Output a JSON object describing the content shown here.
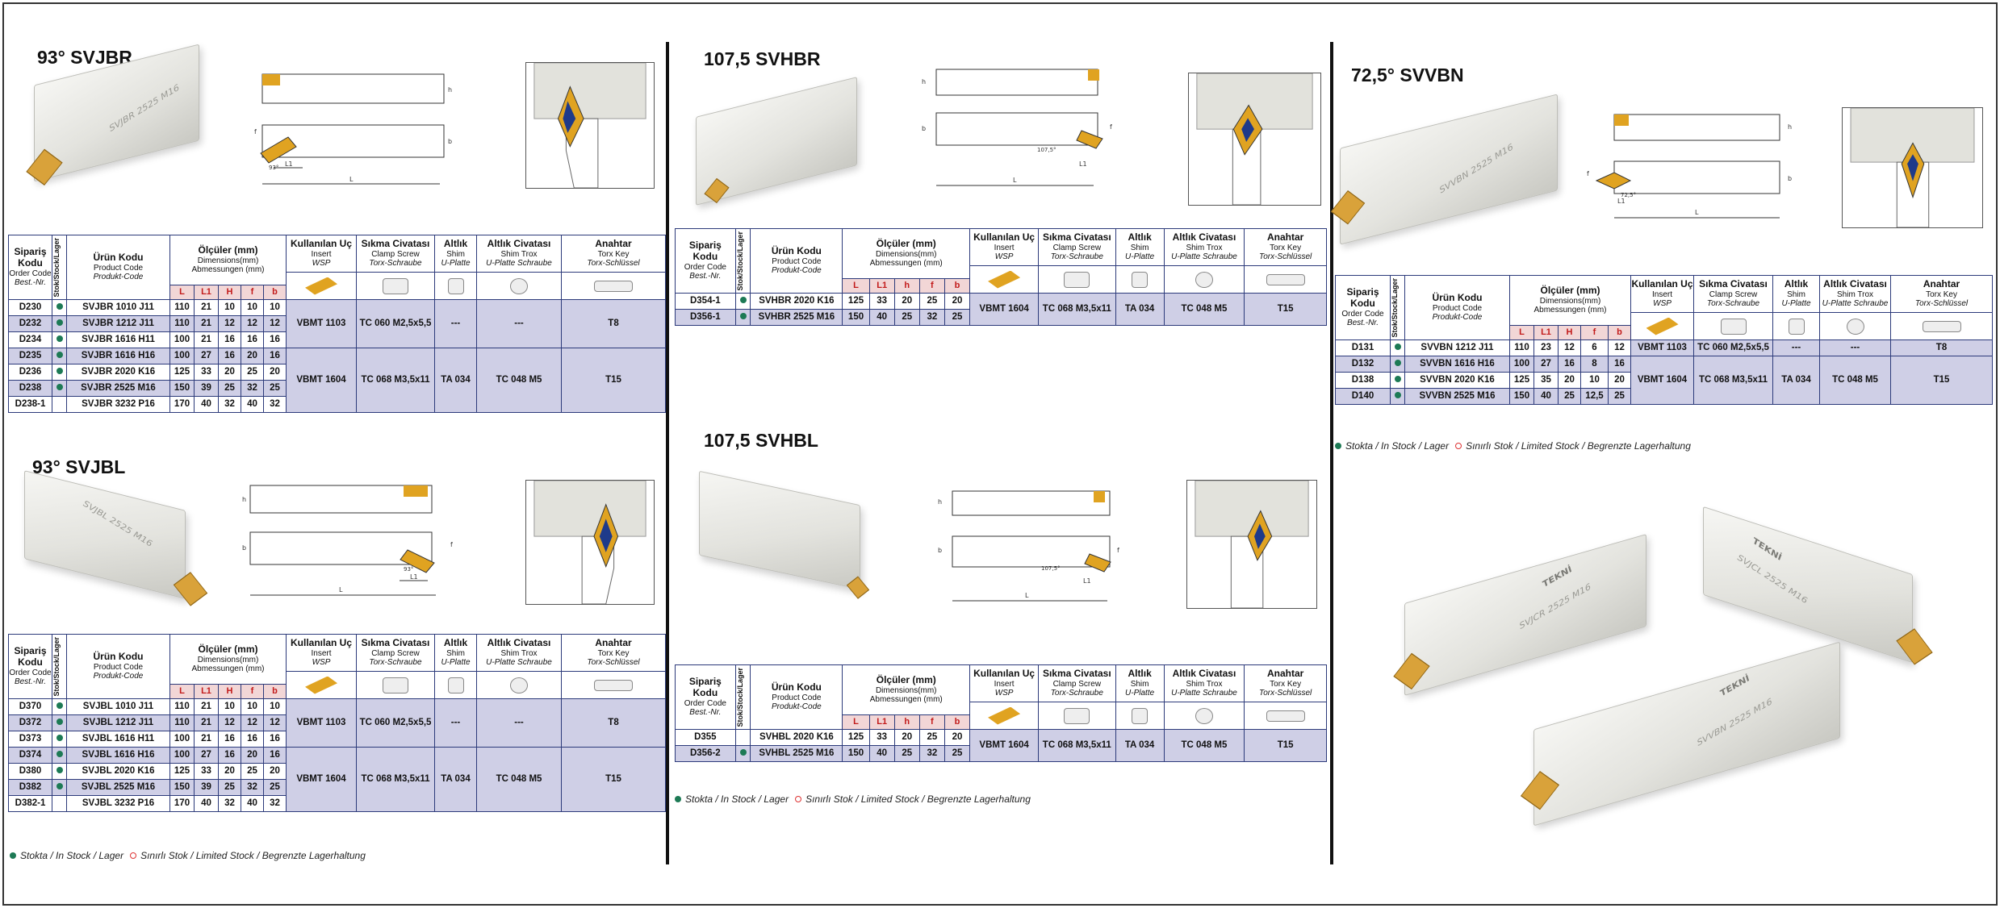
{
  "sections": {
    "svjbr": {
      "title": "93° SVJBR",
      "tool_label": "SVJBR 2525 M16",
      "rows": [
        {
          "code": "D230",
          "product": "SVJBR 1010 J11",
          "L": "110",
          "L1": "21",
          "H": "10",
          "f": "10",
          "b": "10"
        },
        {
          "code": "D232",
          "product": "SVJBR 1212 J11",
          "L": "110",
          "L1": "21",
          "H": "12",
          "f": "12",
          "b": "12"
        },
        {
          "code": "D234",
          "product": "SVJBR 1616 H11",
          "L": "100",
          "L1": "21",
          "H": "16",
          "f": "16",
          "b": "16"
        },
        {
          "code": "D235",
          "product": "SVJBR 1616 H16",
          "L": "100",
          "L1": "27",
          "H": "16",
          "f": "20",
          "b": "16"
        },
        {
          "code": "D236",
          "product": "SVJBR 2020 K16",
          "L": "125",
          "L1": "33",
          "H": "20",
          "f": "25",
          "b": "20"
        },
        {
          "code": "D238",
          "product": "SVJBR 2525 M16",
          "L": "150",
          "L1": "39",
          "H": "25",
          "f": "32",
          "b": "25"
        },
        {
          "code": "D238-1",
          "product": "SVJBR 3232 P16",
          "L": "170",
          "L1": "40",
          "H": "32",
          "f": "40",
          "b": "32"
        }
      ],
      "groups": [
        {
          "insert": "VBMT 1103",
          "clamp": "TC 060 M2,5x5,5",
          "shim": "---",
          "shim_screw": "---",
          "key": "T8"
        },
        {
          "insert": "VBMT 1604",
          "clamp": "TC 068 M3,5x11",
          "shim": "TA 034",
          "shim_screw": "TC 048 M5",
          "key": "T15"
        }
      ]
    },
    "svjbl": {
      "title": "93° SVJBL",
      "tool_label": "SVJBL 2525 M16",
      "rows": [
        {
          "code": "D370",
          "product": "SVJBL 1010 J11",
          "L": "110",
          "L1": "21",
          "H": "10",
          "f": "10",
          "b": "10"
        },
        {
          "code": "D372",
          "product": "SVJBL 1212 J11",
          "L": "110",
          "L1": "21",
          "H": "12",
          "f": "12",
          "b": "12"
        },
        {
          "code": "D373",
          "product": "SVJBL 1616 H11",
          "L": "100",
          "L1": "21",
          "H": "16",
          "f": "16",
          "b": "16"
        },
        {
          "code": "D374",
          "product": "SVJBL 1616 H16",
          "L": "100",
          "L1": "27",
          "H": "16",
          "f": "20",
          "b": "16"
        },
        {
          "code": "D380",
          "product": "SVJBL 2020 K16",
          "L": "125",
          "L1": "33",
          "H": "20",
          "f": "25",
          "b": "20"
        },
        {
          "code": "D382",
          "product": "SVJBL 2525 M16",
          "L": "150",
          "L1": "39",
          "H": "25",
          "f": "32",
          "b": "25"
        },
        {
          "code": "D382-1",
          "product": "SVJBL  3232 P16",
          "L": "170",
          "L1": "40",
          "H": "32",
          "f": "40",
          "b": "32"
        }
      ],
      "groups": [
        {
          "insert": "VBMT 1103",
          "clamp": "TC 060 M2,5x5,5",
          "shim": "---",
          "shim_screw": "---",
          "key": "T8"
        },
        {
          "insert": "VBMT 1604",
          "clamp": "TC 068 M3,5x11",
          "shim": "TA 034",
          "shim_screw": "TC 048 M5",
          "key": "T15"
        }
      ]
    },
    "svhbr": {
      "title": "107,5 SVHBR",
      "angle": "107,5°",
      "rows": [
        {
          "code": "D354-1",
          "product": "SVHBR 2020 K16",
          "L": "125",
          "L1": "33",
          "H": "20",
          "f": "25",
          "b": "20"
        },
        {
          "code": "D356-1",
          "product": "SVHBR 2525 M16",
          "L": "150",
          "L1": "40",
          "H": "25",
          "f": "32",
          "b": "25"
        }
      ],
      "groups": [
        {
          "insert": "VBMT 1604",
          "clamp": "TC 068 M3,5x11",
          "shim": "TA 034",
          "shim_screw": "TC 048 M5",
          "key": "T15"
        }
      ]
    },
    "svhbl": {
      "title": "107,5 SVHBL",
      "angle": "107,5°",
      "rows": [
        {
          "code": "D355",
          "product": "SVHBL 2020 K16",
          "L": "125",
          "L1": "33",
          "H": "20",
          "f": "25",
          "b": "20"
        },
        {
          "code": "D356-2",
          "product": "SVHBL 2525 M16",
          "L": "150",
          "L1": "40",
          "H": "25",
          "f": "32",
          "b": "25"
        }
      ],
      "groups": [
        {
          "insert": "VBMT 1604",
          "clamp": "TC 068 M3,5x11",
          "shim": "TA 034",
          "shim_screw": "TC 048 M5",
          "key": "T15"
        }
      ]
    },
    "svvbn": {
      "title": "72,5° SVVBN",
      "tool_label": "SVVBN 2525 M16",
      "angle": "72,5°",
      "rows": [
        {
          "code": "D131",
          "product": "SVVBN 1212 J11",
          "L": "110",
          "L1": "23",
          "H": "12",
          "f": "6",
          "b": "12"
        },
        {
          "code": "D132",
          "product": "SVVBN 1616 H16",
          "L": "100",
          "L1": "27",
          "H": "16",
          "f": "8",
          "b": "16"
        },
        {
          "code": "D138",
          "product": "SVVBN 2020 K16",
          "L": "125",
          "L1": "35",
          "H": "20",
          "f": "10",
          "b": "20"
        },
        {
          "code": "D140",
          "product": "SVVBN 2525 M16",
          "L": "150",
          "L1": "40",
          "H": "25",
          "f": "12,5",
          "b": "25"
        }
      ],
      "groups": [
        {
          "insert": "VBMT 1103",
          "clamp": "TC 060 M2,5x5,5",
          "shim": "---",
          "shim_screw": "---",
          "key": "T8"
        },
        {
          "insert": "VBMT 1604",
          "clamp": "TC 068 M3,5x11",
          "shim": "TA 034",
          "shim_screw": "TC 048 M5",
          "key": "T15"
        }
      ]
    }
  },
  "headers": {
    "order_tr": "Sipariş Kodu",
    "order_en": "Order Code",
    "order_de": "Best.-Nr.",
    "stok": "Stok/Stock/Lager",
    "product_tr": "Ürün Kodu",
    "product_en": "Product Code",
    "product_de": "Produkt-Code",
    "dims_tr": "Ölçüler (mm)",
    "dims_en": "Dimensions(mm)",
    "dims_de": "Abmessungen (mm)",
    "insert_tr": "Kullanılan Uç",
    "insert_en": "Insert",
    "insert_de": "WSP",
    "clamp_tr": "Sıkma Civatası",
    "clamp_en": "Clamp Screw",
    "clamp_de": "Torx-Schraube",
    "shim_tr": "Altlık",
    "shim_en": "Shim",
    "shim_de": "U-Platte",
    "shimscrew_tr": "Altlık Civatası",
    "shimscrew_en": "Shim Trox",
    "shimscrew_de": "U-Platte Schraube",
    "key_tr": "Anahtar",
    "key_en": "Torx Key",
    "key_de": "Torx-Schlüssel",
    "d_L": "L",
    "d_L1": "L1",
    "d_H": "H",
    "d_h": "h",
    "d_f": "f",
    "d_b": "b"
  },
  "legend": {
    "in_stock": "Stokta / In Stock / Lager",
    "limited": "Sınırlı Stok / Limited Stock / Begrenzte Lagerhaltung"
  },
  "showcase": {
    "tool_a": "SVJCR 2525 M16",
    "tool_b": "SVJCL 2525 M16",
    "tool_c": "SVVBN 2525 M16",
    "brand": "TEKNİ"
  },
  "colors": {
    "table_border": "#2c3a7a",
    "dim_header": "#c21a1a",
    "row_highlight": "#cfcfe6",
    "stock_dot": "#1d7a55",
    "insert_gold": "#d9a23a"
  }
}
